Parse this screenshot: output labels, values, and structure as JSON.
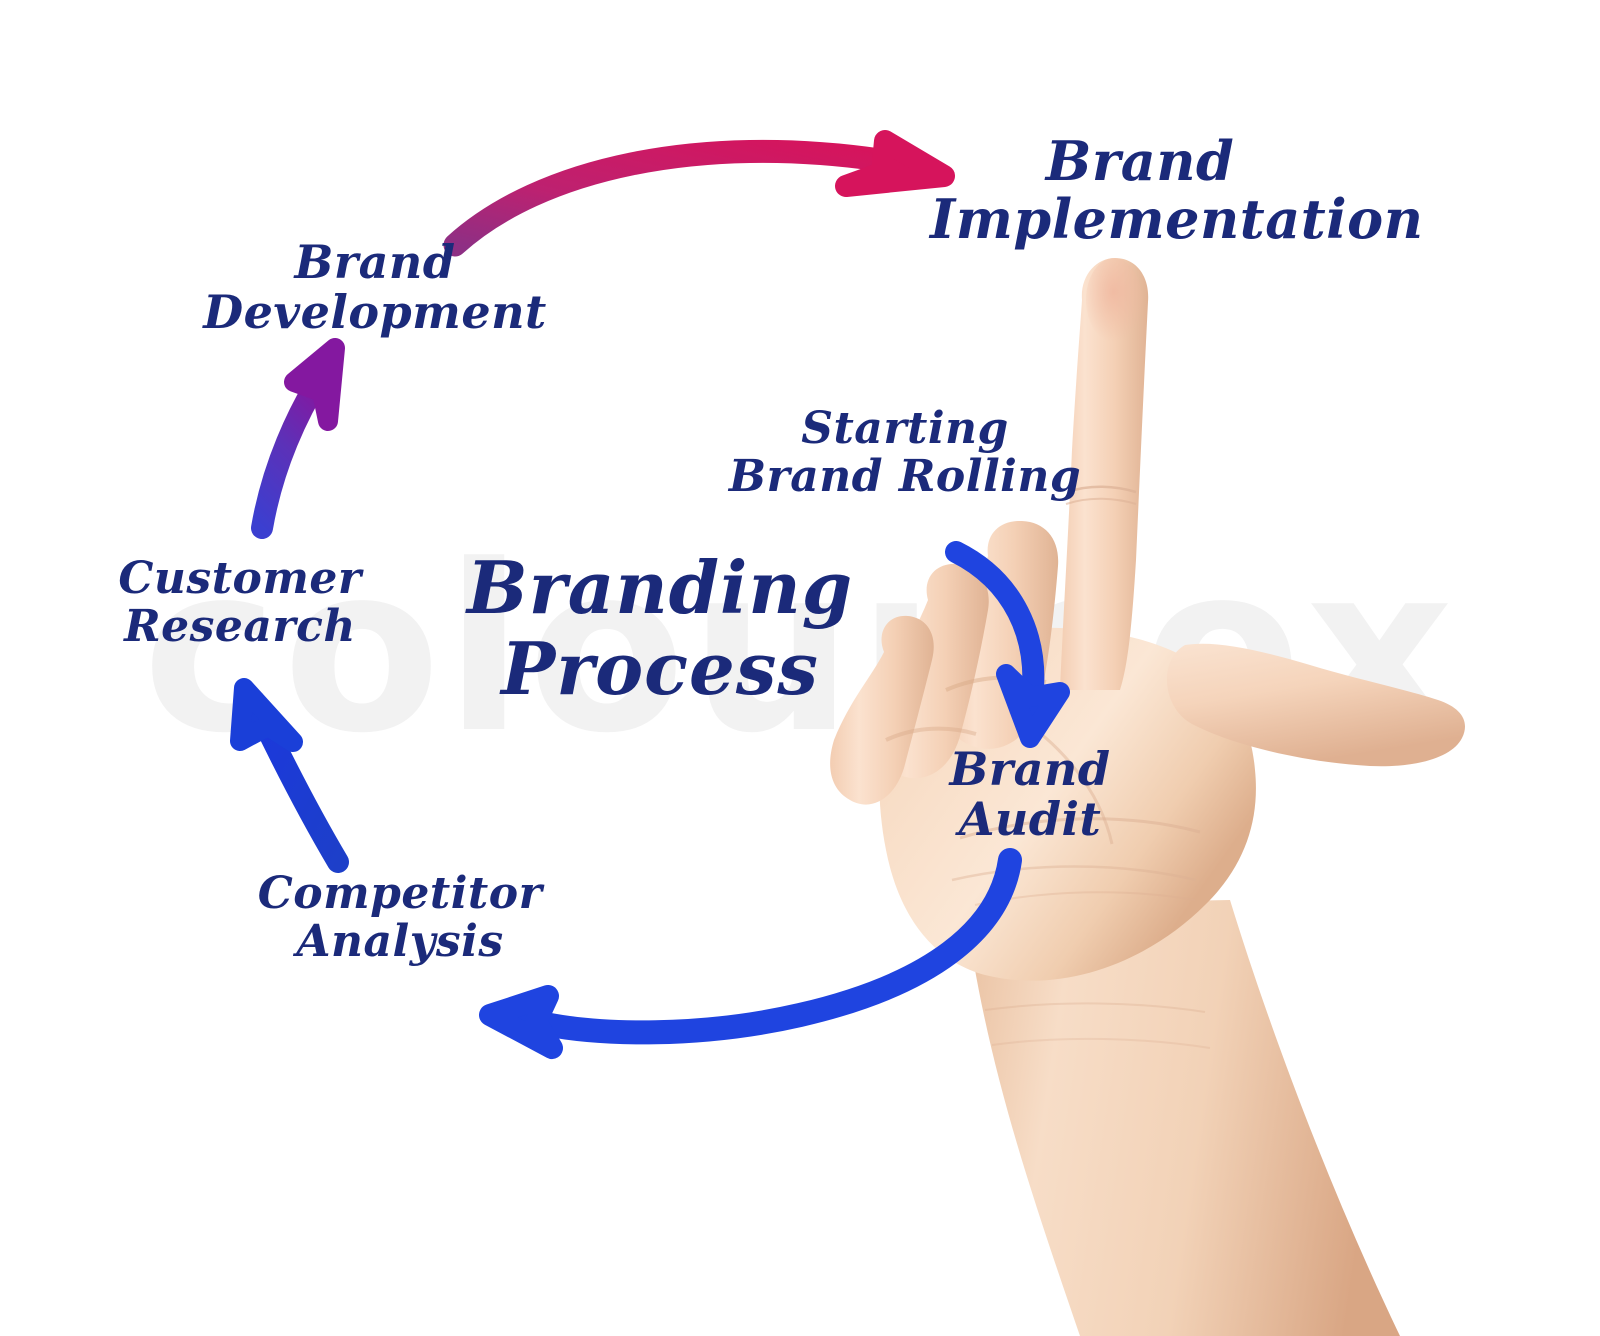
{
  "image": {
    "title": "Branding Process diagram held by a hand",
    "background_color": "#ffffff",
    "watermark_text": "colourbox",
    "watermark_color": "#f2f2f2"
  },
  "diagram": {
    "center_title": "Branding\nProcess",
    "text_color": "#1b2a7a",
    "nodes": [
      {
        "id": "brand-implementation",
        "label": "Brand\nImplementation"
      },
      {
        "id": "brand-development",
        "label": "Brand\nDevelopment"
      },
      {
        "id": "customer-research",
        "label": "Customer\nResearch"
      },
      {
        "id": "competitor-analysis",
        "label": "Competitor\nAnalysis"
      },
      {
        "id": "starting-brand-rolling",
        "label": "Starting\nBrand Rolling"
      },
      {
        "id": "brand-audit",
        "label": "Brand\nAudit"
      }
    ],
    "arrows": [
      {
        "id": "arrow-development-to-implementation",
        "from": "brand-development",
        "to": "brand-implementation",
        "color_start": "#8e2f84",
        "color_end": "#d01a5b",
        "style": "curved"
      },
      {
        "id": "arrow-research-to-development",
        "from": "customer-research",
        "to": "brand-development",
        "color_start": "#3b3fd0",
        "color_end": "#7c1f96",
        "style": "straight"
      },
      {
        "id": "arrow-competitor-to-research",
        "from": "competitor-analysis",
        "to": "customer-research",
        "color_start": "#1a3fd8",
        "color_end": "#1a3fd8",
        "style": "curved"
      },
      {
        "id": "arrow-rolling-to-audit",
        "from": "starting-brand-rolling",
        "to": "brand-audit",
        "color_start": "#1a3fd8",
        "color_end": "#1a3fd8",
        "style": "curved-down"
      },
      {
        "id": "arrow-audit-to-competitor",
        "from": "brand-audit",
        "to": "competitor-analysis",
        "color_start": "#1a3fd8",
        "color_end": "#1a3fd8",
        "style": "curved-long"
      }
    ]
  },
  "hand": {
    "description": "Right hand making an L gesture, index finger pointing up, thumb extended",
    "skin_light": "#f7ddc8",
    "skin_mid": "#eec6a8",
    "skin_shadow": "#dcab8a"
  }
}
